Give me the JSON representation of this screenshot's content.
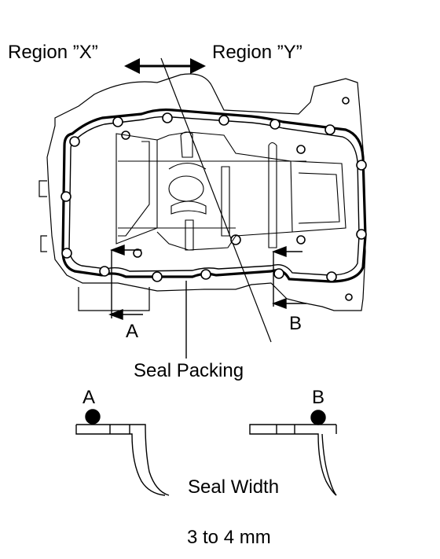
{
  "labels": {
    "region_x": "Region ”X”",
    "region_y": "Region ”Y”",
    "section_a": "A",
    "section_b": "B",
    "seal_packing": "Seal Packing",
    "detail_a": "A",
    "detail_b": "B",
    "seal_width_label": "Seal Width",
    "seal_width_value": "3 to 4 mm"
  }
}
